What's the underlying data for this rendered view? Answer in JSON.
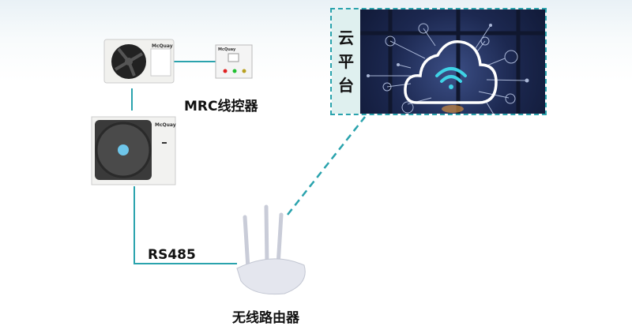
{
  "labels": {
    "controller": "MRC线控器",
    "bus": "RS485",
    "router": "无线路由器",
    "cloud": [
      "云",
      "平",
      "台"
    ]
  },
  "devices": {
    "indoor_unit_brand": "McQuay",
    "outdoor_unit_brand": "McQuay",
    "controller_brand": "McQuay"
  },
  "colors": {
    "link": "#2aa3ad",
    "wifi": "#3fd3e6"
  }
}
